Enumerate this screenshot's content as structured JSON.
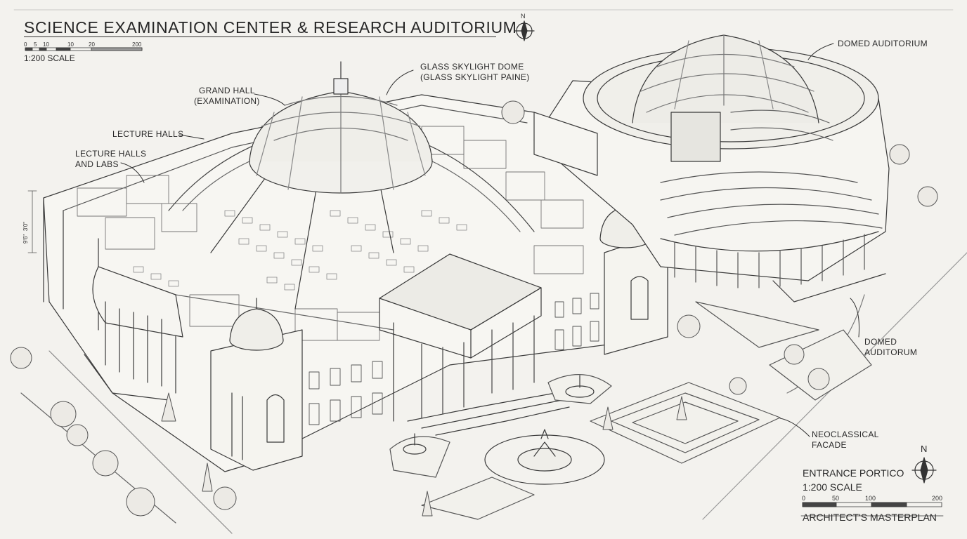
{
  "title": "SCIENCE EXAMINATION CENTER & RESEARCH AUDITORIUM",
  "top_scale": {
    "ticks": [
      "0",
      "5",
      "10",
      "10",
      "20",
      "200"
    ],
    "label": "1:200 SCALE"
  },
  "north_top": "N",
  "north_bottom": "N",
  "callouts": {
    "glass_dome": [
      "GLASS SKYLIGHT DOME",
      "(GLASS SKYLIGHT PAINE)"
    ],
    "grand_hall": [
      "GRAND HALL",
      "(EXAMINATION)"
    ],
    "lecture_halls": [
      "LECTURE HALLS"
    ],
    "lecture_labs": [
      "LECTURE HALLS",
      "AND LABS"
    ],
    "domed_aud_top": [
      "DOMED AUDITORIUM"
    ],
    "domed_aud_right": [
      "DOMED",
      "AUDITORUM"
    ],
    "facade": [
      "NEOCLASSICAL",
      "FACADE"
    ]
  },
  "dims": {
    "upper": "3'0\"",
    "lower": "9'6\""
  },
  "legend": {
    "entrance": "ENTRANCE PORTICO",
    "scale": "1:200 SCALE",
    "ticks": [
      "0",
      "50",
      "100",
      "200"
    ],
    "masterplan": "ARCHITECT'S MASTERPLAN"
  }
}
